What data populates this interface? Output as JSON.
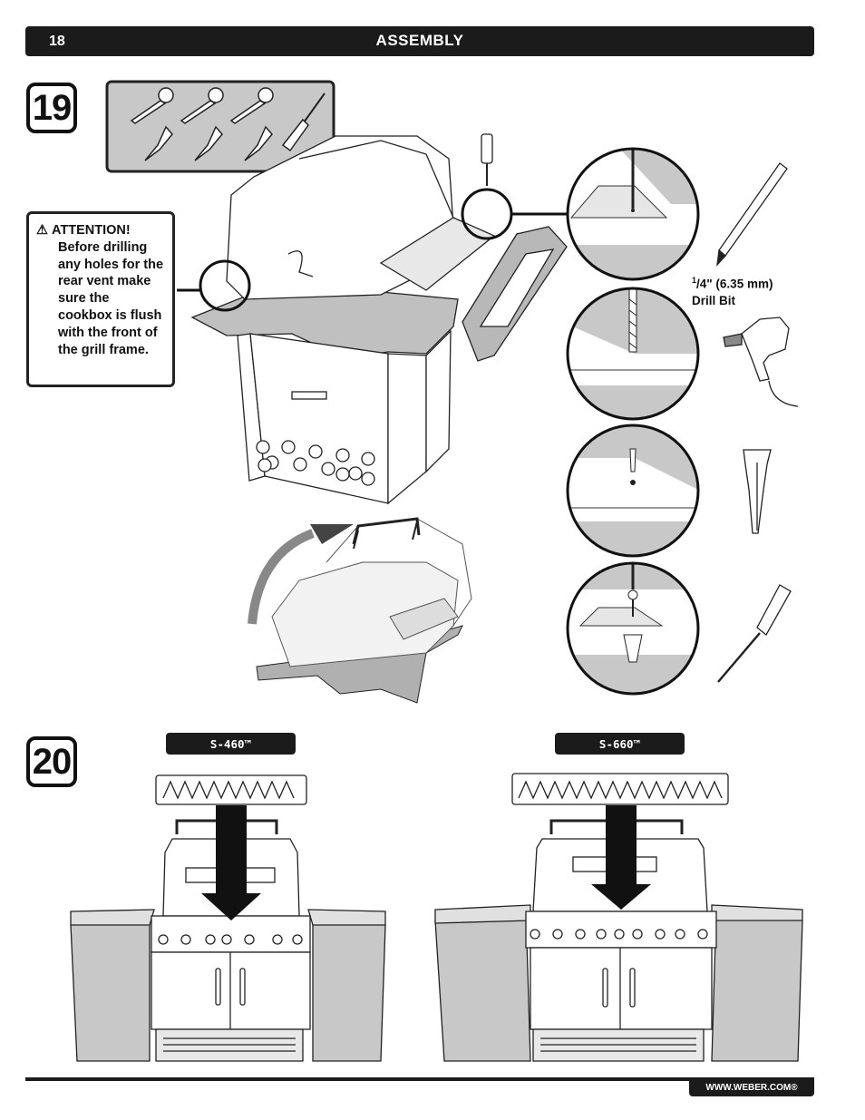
{
  "header": {
    "page_number": "18",
    "section_title": "ASSEMBLY"
  },
  "step19": {
    "number": "19",
    "attention": {
      "title": "ATTENTION!",
      "body": "Before drilling any holes for the rear vent make sure the cookbox is flush with the front of the grill frame."
    },
    "drill_bit": {
      "fraction_num": "1",
      "fraction_rest": "/4\" (6.35 mm)",
      "line2": "Drill Bit"
    }
  },
  "step20": {
    "number": "20",
    "models": [
      {
        "label": "S-460™"
      },
      {
        "label": "S-660™"
      }
    ]
  },
  "footer": {
    "url": "WWW.WEBER.COM®"
  }
}
